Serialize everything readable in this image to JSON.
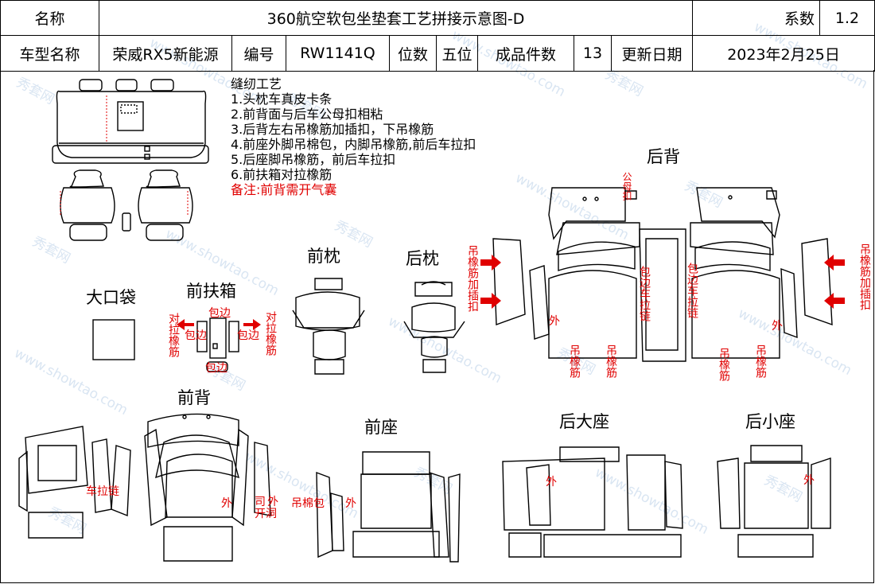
{
  "header": {
    "name_label": "名称",
    "title": "360航空软包坐垫套工艺拼接示意图-D",
    "coef_label": "系数",
    "coef_value": "1.2",
    "model_label": "车型名称",
    "model_value": "荣威RX5新能源",
    "code_label": "编号",
    "code_value": "RW1141Q",
    "seats_label": "位数",
    "seats_value": "五位",
    "pieces_label": "成品件数",
    "pieces_value": "13",
    "date_label": "更新日期",
    "date_value": "2023年2月25日"
  },
  "notes": {
    "heading": "缝纫工艺",
    "items": [
      "1.头枕车真皮卡条",
      "2.前背面与后车公母扣相粘",
      "3.后背左右吊橡筋加插扣，下吊橡筋",
      "4.前座外脚吊棉包，内脚吊橡筋,前后车拉扣",
      "5.后座脚吊橡筋，前后车拉扣",
      "6.前扶箱对拉橡筋"
    ],
    "remark": "备注:前背需开气囊"
  },
  "sections": {
    "rear_back": "后背",
    "front_headrest": "前枕",
    "rear_headrest": "后枕",
    "big_pocket": "大口袋",
    "front_armrest": "前扶箱",
    "front_back": "前背",
    "front_seat": "前座",
    "rear_big_seat": "后大座",
    "rear_small_seat": "后小座"
  },
  "annotations": {
    "hang_elastic_clip": "吊橡筋加插扣",
    "male_buckle": "公母扣",
    "edge_zip": "包边车拉链",
    "outside": "外",
    "hang_elastic": "吊橡筋",
    "edge": "包边",
    "pull_elastic": "对拉橡筋",
    "zipper": "车拉链",
    "airbag_outside": "外",
    "airbag_open": "开洞",
    "cotton_pack": "吊棉包",
    "si": "司"
  },
  "watermark": {
    "brand": "秀套网",
    "url": "www.showtao.com"
  },
  "colors": {
    "accent_red": "#e00000",
    "line": "#000000",
    "watermark": "#7aa0d2"
  }
}
